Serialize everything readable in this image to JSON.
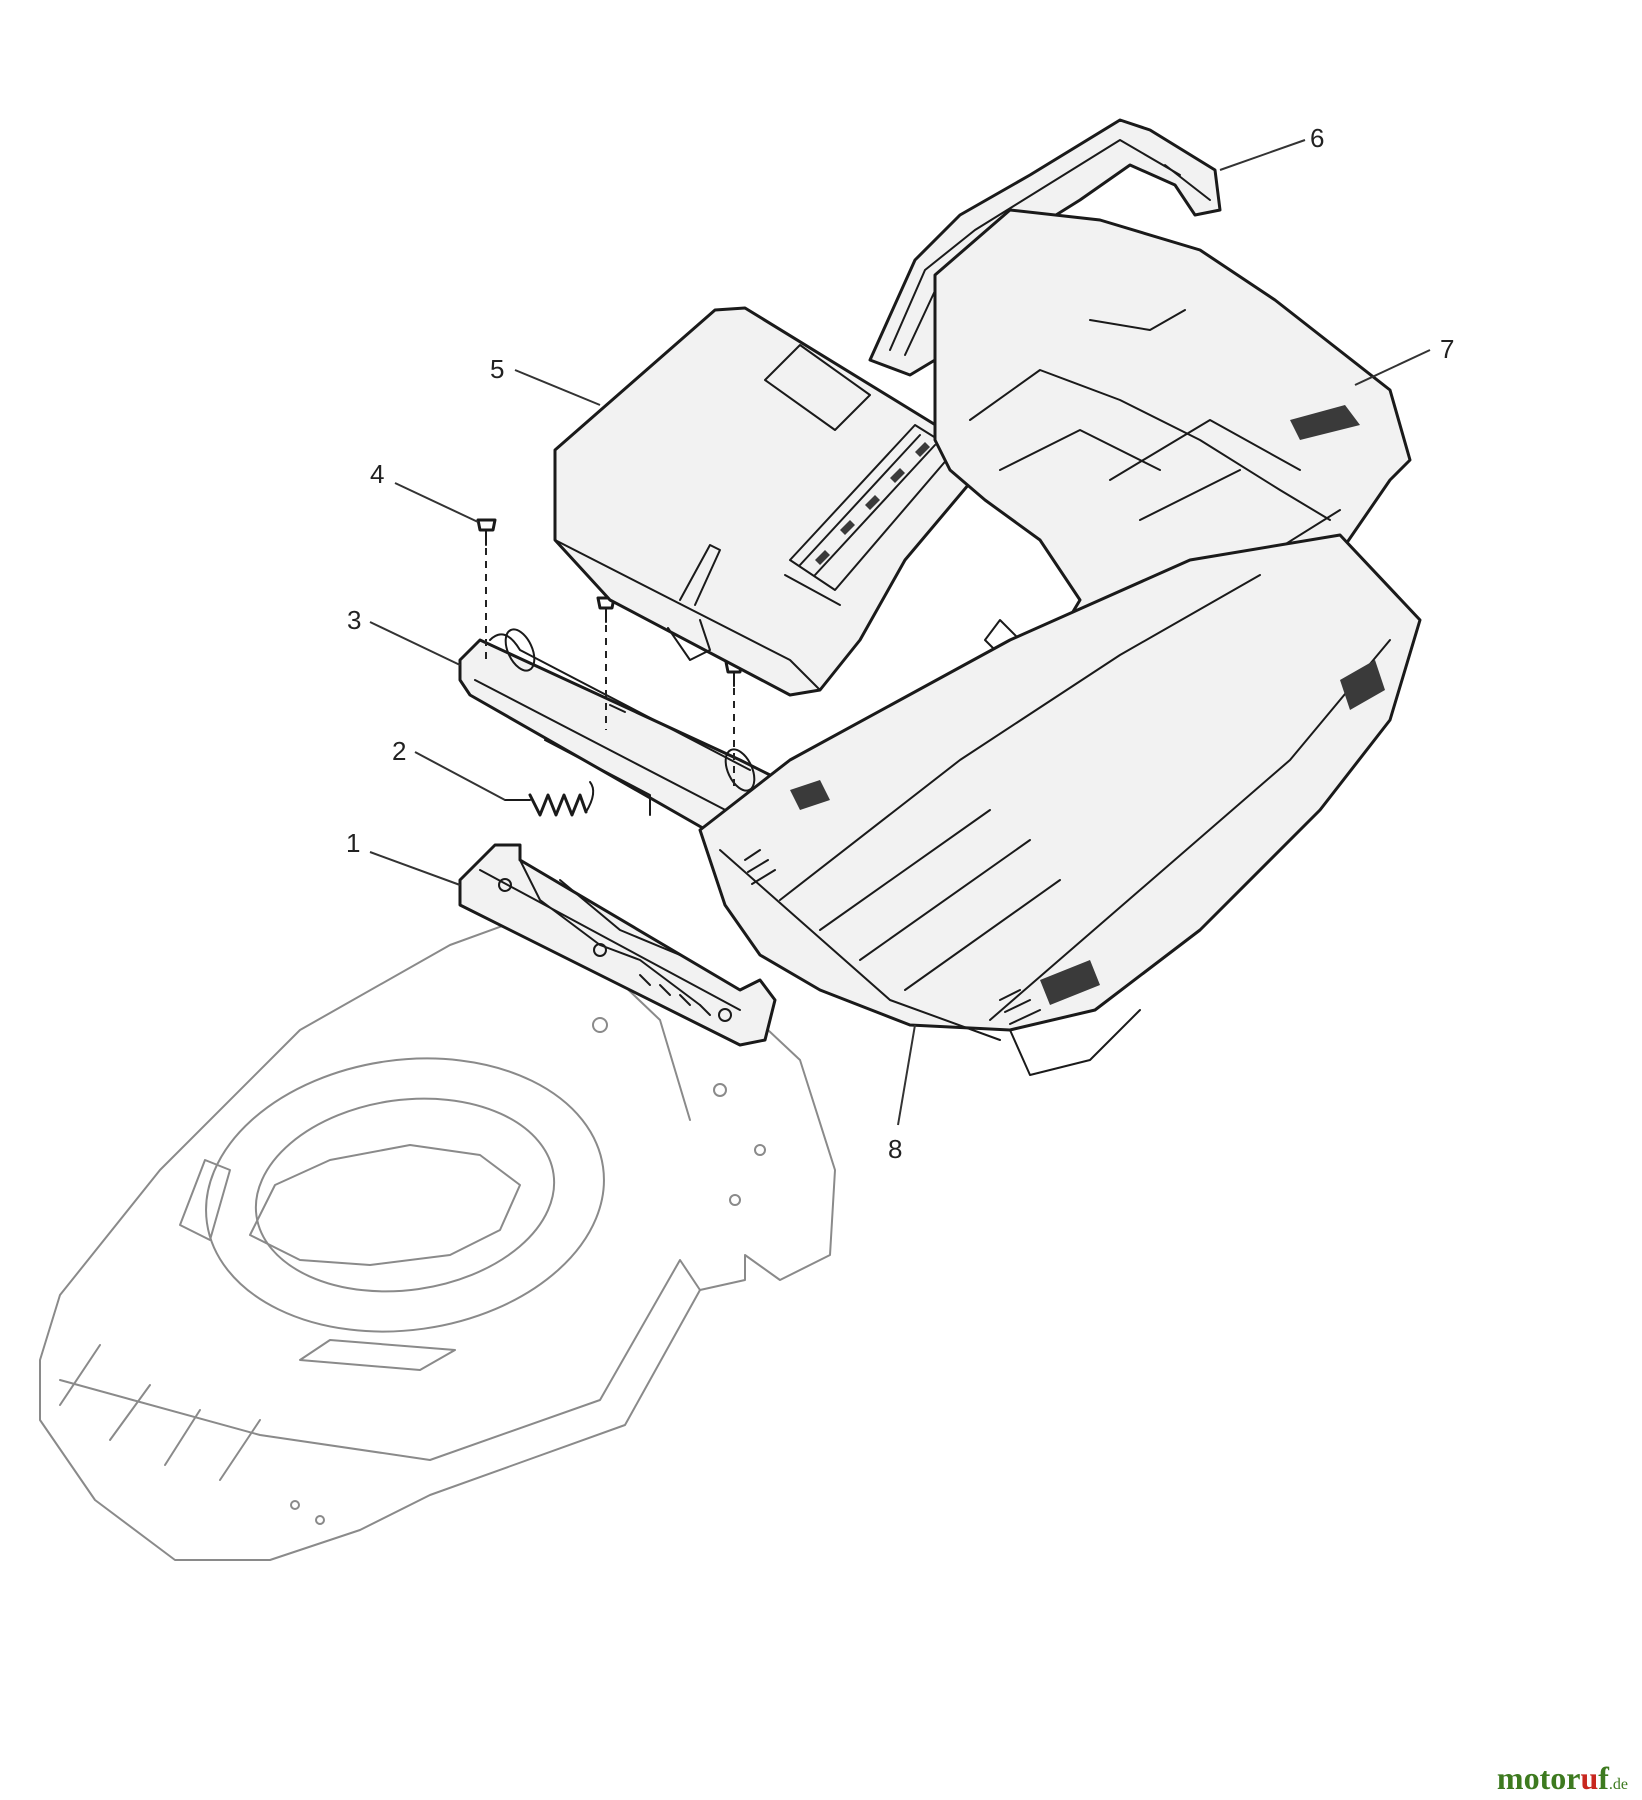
{
  "diagram": {
    "callouts": [
      {
        "id": "1",
        "label": "1"
      },
      {
        "id": "2",
        "label": "2"
      },
      {
        "id": "3",
        "label": "3"
      },
      {
        "id": "4",
        "label": "4"
      },
      {
        "id": "5",
        "label": "5"
      },
      {
        "id": "6",
        "label": "6"
      },
      {
        "id": "7",
        "label": "7"
      },
      {
        "id": "8",
        "label": "8"
      }
    ],
    "parts": [
      {
        "number": "1",
        "part": "hinge-bracket"
      },
      {
        "number": "2",
        "part": "spring"
      },
      {
        "number": "3",
        "part": "flap-hinge"
      },
      {
        "number": "4",
        "part": "screw"
      },
      {
        "number": "5",
        "part": "grass-bag-lid"
      },
      {
        "number": "6",
        "part": "carry-handle"
      },
      {
        "number": "7",
        "part": "grass-bag-top"
      },
      {
        "number": "8",
        "part": "grass-bag-base"
      }
    ]
  },
  "watermark": {
    "main": "motor",
    "accent": "u",
    "tail": "f",
    "tld": ".de"
  },
  "colors": {
    "watermark_green": "#3d7a1f",
    "watermark_red": "#c8271f",
    "line_dark": "#1a1a1a",
    "line_light": "#8a8a8a"
  }
}
